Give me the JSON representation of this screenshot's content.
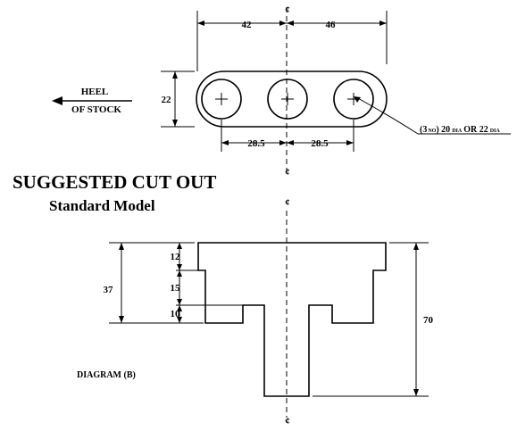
{
  "top_view": {
    "dim_left": "42",
    "dim_right": "46",
    "dim_height": "22",
    "dim_hole_left": "28.5",
    "dim_hole_right": "28.5",
    "heel_line1": "HEEL",
    "heel_line2": "OF STOCK",
    "hole_note_prefix": "(3",
    "hole_note_no": "NO",
    "hole_note_mid": ") 20",
    "hole_note_dia1": "DIA",
    "hole_note_or": "OR 22",
    "hole_note_dia2": "DIA"
  },
  "title": {
    "main": "SUGGESTED CUT OUT",
    "sub": "Standard Model"
  },
  "side_view": {
    "dim_37": "37",
    "dim_12": "12",
    "dim_15": "15",
    "dim_10": "10",
    "dim_70": "70"
  },
  "caption": "DIAGRAM (B)"
}
